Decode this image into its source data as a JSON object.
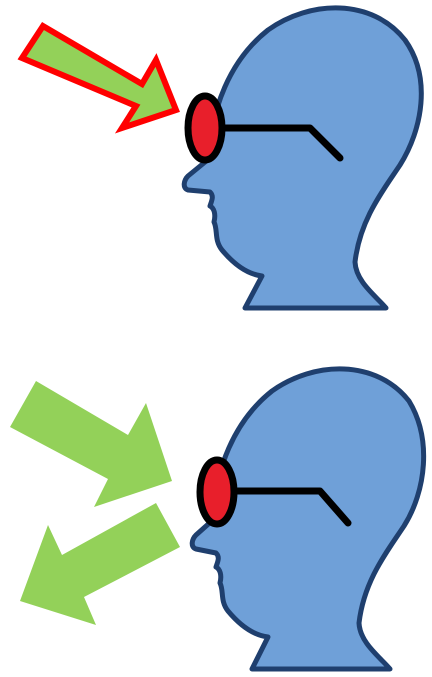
{
  "colors": {
    "head_fill": "#6fa0d8",
    "head_outline": "#1f3f6e",
    "lens_fill": "#e81f2b",
    "frame": "#000000",
    "arrow_fill": "#93d159",
    "arrow_highlight_outline": "#ff0000"
  },
  "panels": [
    {
      "arrows": [
        {
          "direction": "toward-eye",
          "highlighted": true
        }
      ]
    },
    {
      "arrows": [
        {
          "direction": "toward-eye",
          "highlighted": false
        },
        {
          "direction": "away-from-eye",
          "highlighted": false
        }
      ]
    }
  ],
  "icons": {
    "head": "head-profile-icon",
    "glasses": "glasses-icon",
    "arrow": "arrow-icon"
  }
}
